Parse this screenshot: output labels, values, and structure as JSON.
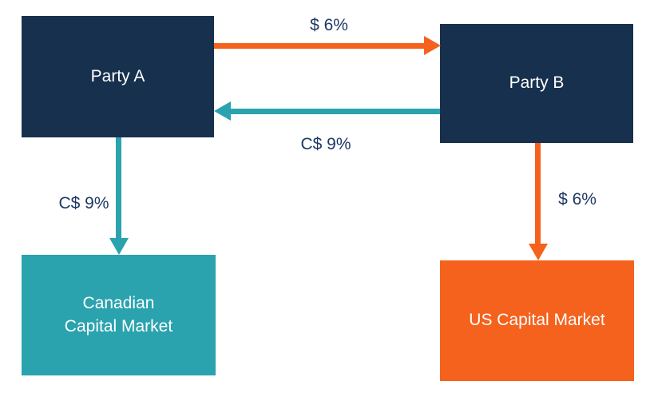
{
  "colors": {
    "navy": "#17304E",
    "teal": "#2AA3AE",
    "orange": "#F4621D",
    "flow_label_text": "#1F3864",
    "node_text": "#FFFFFF",
    "background": "#FFFFFF"
  },
  "nodes": {
    "party_a": {
      "label": "Party A",
      "color": "#17304E"
    },
    "party_b": {
      "label": "Party B",
      "color": "#17304E"
    },
    "canadian_market": {
      "label_line1": "Canadian",
      "label_line2": "Capital Market",
      "color": "#2AA3AE"
    },
    "us_market": {
      "label": "US Capital Market",
      "color": "#F4621D"
    }
  },
  "arrows": {
    "usd_a_to_b": {
      "label": "$ 6%",
      "from": "Party A",
      "to": "Party B",
      "direction": "right",
      "color": "#F4621D"
    },
    "cad_b_to_a": {
      "label": "C$ 9%",
      "from": "Party B",
      "to": "Party A",
      "direction": "left",
      "color": "#2AA3AE"
    },
    "cad_a_to_market": {
      "label": "C$ 9%",
      "from": "Party A",
      "to": "Canadian Capital Market",
      "direction": "down",
      "color": "#2AA3AE"
    },
    "usd_b_to_market": {
      "label": "$ 6%",
      "from": "Party B",
      "to": "US Capital Market",
      "direction": "down",
      "color": "#F4621D"
    }
  }
}
